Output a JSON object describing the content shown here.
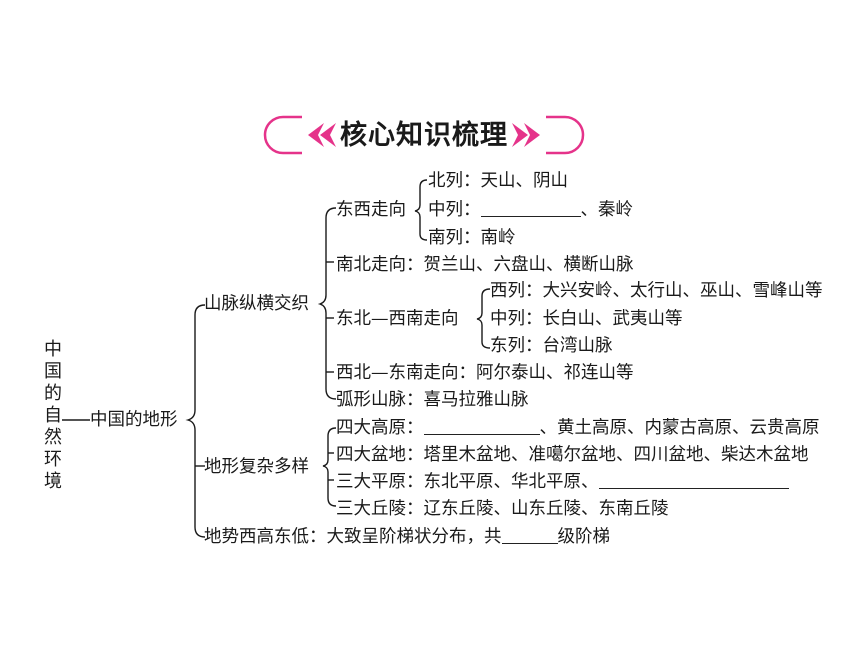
{
  "banner": {
    "title": "核心知识梳理",
    "colors": {
      "accent": "#e5338a"
    }
  },
  "root": {
    "label": "中国的自然环境"
  },
  "topic": {
    "label": "中国的地形"
  },
  "mountains": {
    "label": "山脉纵横交织",
    "ew": {
      "label": "东西走向",
      "north": "北列：天山、阴山",
      "middle_prefix": "中列：",
      "middle_suffix": "、秦岭",
      "south": "南列：南岭"
    },
    "ns": "南北走向：贺兰山、六盘山、横断山脉",
    "nesw": {
      "label": "东北—西南走向",
      "west": "西列：大兴安岭、太行山、巫山、雪峰山等",
      "middle": "中列：长白山、武夷山等",
      "east": "东列：台湾山脉"
    },
    "nwse": "西北—东南走向：阿尔泰山、祁连山等",
    "arc": "弧形山脉：喜马拉雅山脉"
  },
  "terrain": {
    "label": "地形复杂多样",
    "plateaus_prefix": "四大高原：",
    "plateaus_suffix": "、黄土高原、内蒙古高原、云贵高原",
    "basins": "四大盆地：塔里木盆地、准噶尔盆地、四川盆地、柴达木盆地",
    "plains_prefix": "三大平原：东北平原、华北平原、",
    "hills": "三大丘陵：辽东丘陵、山东丘陵、东南丘陵"
  },
  "elevation": {
    "prefix": "地势西高东低：大致呈阶梯状分布，共",
    "suffix": "级阶梯"
  }
}
